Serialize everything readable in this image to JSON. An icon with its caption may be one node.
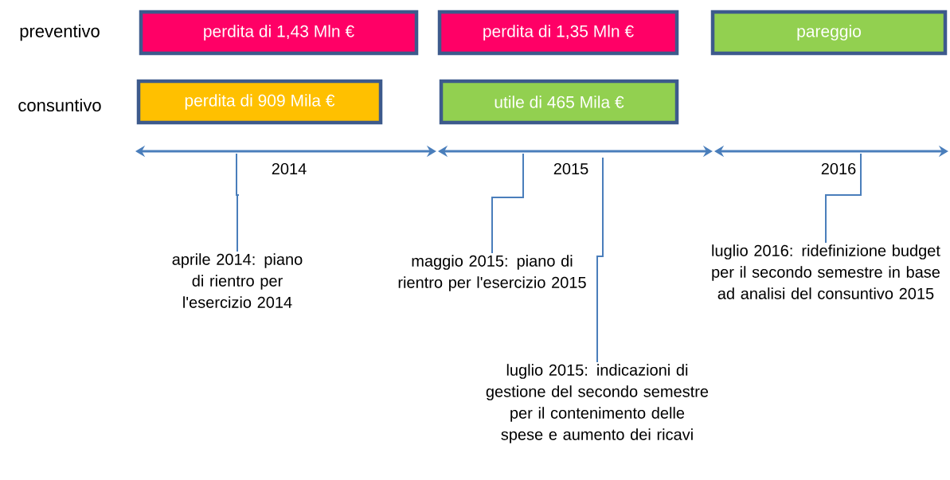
{
  "diagram": {
    "nodes": [
      {
        "text": [
          "perdita di 1,43 Mln €"
        ]
      },
      {
        "text": [
          "perdita di 1,35 Mln €"
        ]
      },
      {
        "text": [
          "pareggio"
        ]
      },
      {
        "text": [
          "perdita di 909 Mila €"
        ]
      },
      {
        "text": [
          "utile di 465 Mila €"
        ]
      },
      {
        "text": [
          "aprile 2014: piano di rientro per l'esercizio 2014"
        ]
      },
      {
        "text": [
          "maggio 2015: piano di rientro per l'esercizio 2015"
        ]
      },
      {
        "text": [
          "luglio 2015: indicazioni di gestione del secondo semestre per il contenimento delle spese e aumento dei ricavi"
        ]
      },
      {
        "text": [
          "luglio 2016: ridefinizione budget per il secondo semestre in base ad analisi del consuntivo 2015"
        ]
      }
    ],
    "edges": [
      {
        "from": 5,
        "to": null,
        "arrow": "none"
      },
      {
        "from": 6,
        "to": null,
        "arrow": "none"
      },
      {
        "from": 7,
        "to": null,
        "arrow": "none"
      },
      {
        "from": 8,
        "to": null,
        "arrow": "none"
      }
    ],
    "labels": [
      "preventivo",
      "consuntivo",
      "2014",
      "2015",
      "2016"
    ]
  }
}
